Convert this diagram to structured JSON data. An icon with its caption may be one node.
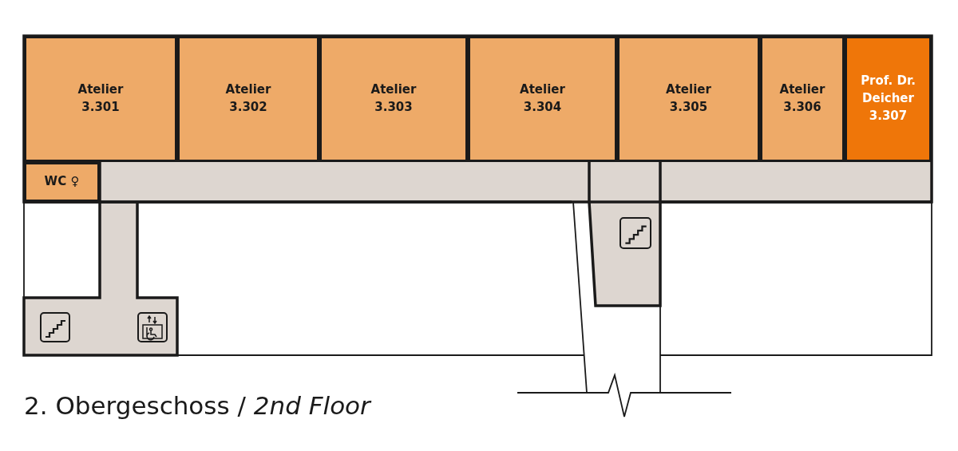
{
  "diagram": {
    "title": "2. Obergeschoss / *2nd Floor*",
    "nodes": [
      {
        "text": [
          "Atelier",
          "3.301"
        ]
      },
      {
        "text": [
          "Atelier",
          "3.302"
        ]
      },
      {
        "text": [
          "Atelier",
          "3.303"
        ]
      },
      {
        "text": [
          "Atelier",
          "3.304"
        ]
      },
      {
        "text": [
          "Atelier",
          "3.305"
        ]
      },
      {
        "text": [
          "Atelier",
          "3.306"
        ]
      },
      {
        "text": [
          "Prof. Dr. Deicher",
          "3.307"
        ]
      },
      {
        "text": [
          "WC ♀"
        ]
      }
    ]
  }
}
